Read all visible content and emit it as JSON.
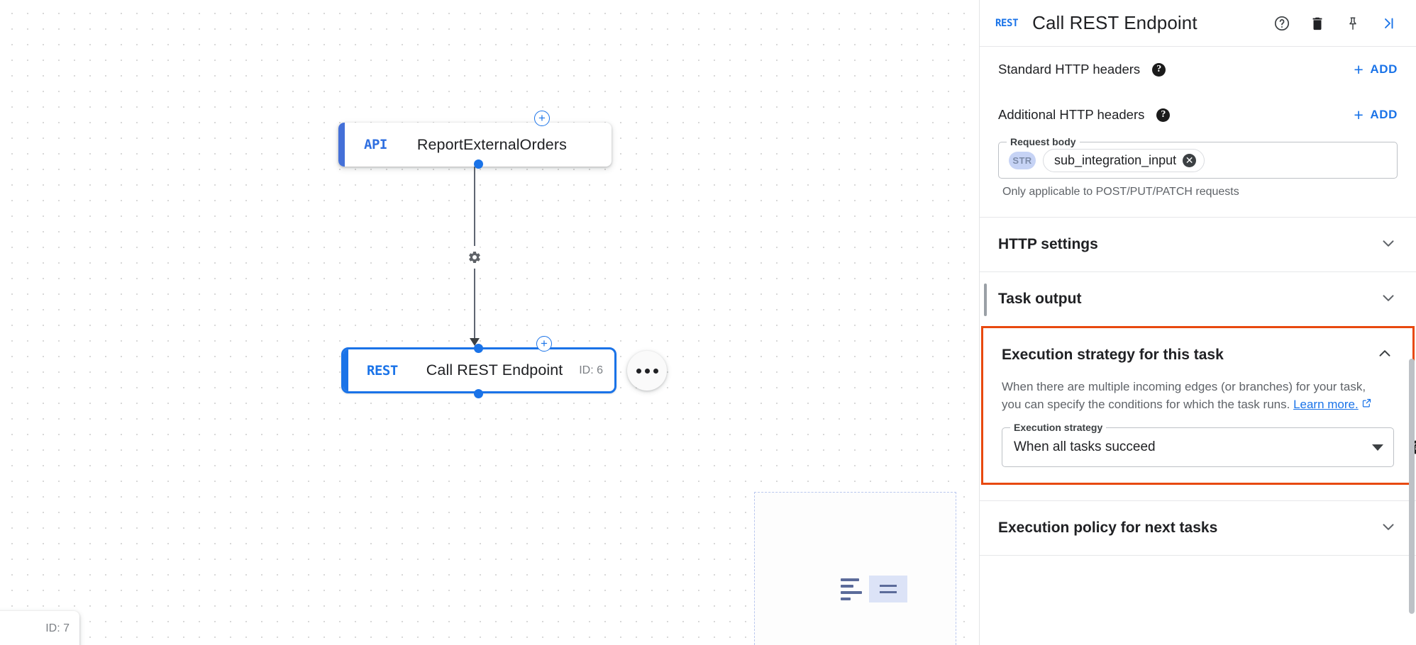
{
  "canvas": {
    "nodes": [
      {
        "type_badge": "API",
        "label": "ReportExternalOrders",
        "id_label": ""
      },
      {
        "type_badge": "REST",
        "label": "Call REST Endpoint",
        "id_label": "ID: 6"
      }
    ],
    "partial_node_id": "ID: 7",
    "edge_gear_icon": "gear-icon",
    "add_icon": "plus-circle-icon",
    "more_icon": "more-options-icon"
  },
  "panel": {
    "header": {
      "badge": "REST",
      "title": "Call REST Endpoint",
      "help_icon": "help-circle-icon",
      "delete_icon": "trash-icon",
      "pin_icon": "pin-icon",
      "collapse_icon": "collapse-panel-icon"
    },
    "standard_headers": {
      "label": "Standard HTTP headers",
      "help_icon": "help-filled-icon",
      "add_label": "ADD",
      "add_icon": "plus-icon"
    },
    "additional_headers": {
      "label": "Additional HTTP headers",
      "help_icon": "help-filled-icon",
      "add_label": "ADD",
      "add_icon": "plus-icon"
    },
    "request_body": {
      "legend": "Request body",
      "type_pill": "STR",
      "chip_value": "sub_integration_input",
      "chip_clear_icon": "clear-icon",
      "hint": "Only applicable to POST/PUT/PATCH requests"
    },
    "sections": [
      {
        "title": "HTTP settings",
        "state": "collapsed",
        "chevron": "chevron-down-icon"
      },
      {
        "title": "Task output",
        "state": "collapsed",
        "chevron": "chevron-down-icon"
      },
      {
        "title": "Execution policy for next tasks",
        "state": "collapsed",
        "chevron": "chevron-down-icon"
      }
    ],
    "execution_strategy": {
      "title": "Execution strategy for this task",
      "chevron": "chevron-up-icon",
      "description_line1": "When there are multiple incoming edges (or branches) for your task,",
      "description_line2": "you can specify the conditions for which the task runs.",
      "learn_more": "Learn more.",
      "learn_more_icon": "external-link-icon",
      "field_legend": "Execution strategy",
      "selected_value": "When all tasks succeed",
      "dropdown_icon": "caret-down-icon",
      "help_icon": "help-filled-icon",
      "highlight_color": "#e8490f"
    }
  },
  "colors": {
    "accent_blue": "#1a73e8",
    "text_primary": "#202124",
    "text_secondary": "#5f6368",
    "highlight": "#e8490f"
  }
}
